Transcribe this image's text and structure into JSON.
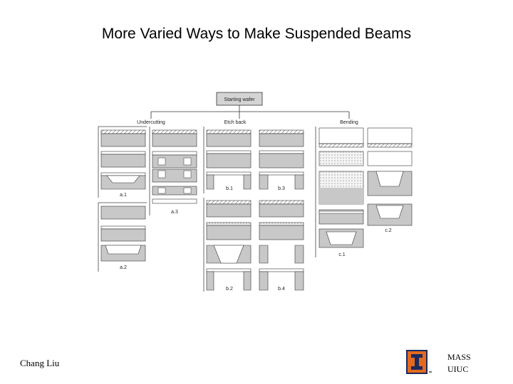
{
  "slide": {
    "title": "More Varied Ways to Make Suspended Beams",
    "author": "Chang Liu",
    "org_line1": "MASS",
    "org_line2": "UIUC"
  },
  "diagram": {
    "root": "Starting wafer",
    "branches": [
      "Undercutting",
      "Etch back",
      "Bending"
    ],
    "panel_labels": [
      "a.1",
      "a.2",
      "a.3",
      "b.1",
      "b.2",
      "b.3",
      "b.4",
      "c.1",
      "c.2"
    ]
  },
  "colors": {
    "substrate": "#c8c8c8",
    "outline": "#333333",
    "root_fill": "#d4d4d4",
    "logo_blue": "#1c2a5c",
    "logo_orange": "#e36a1f"
  }
}
